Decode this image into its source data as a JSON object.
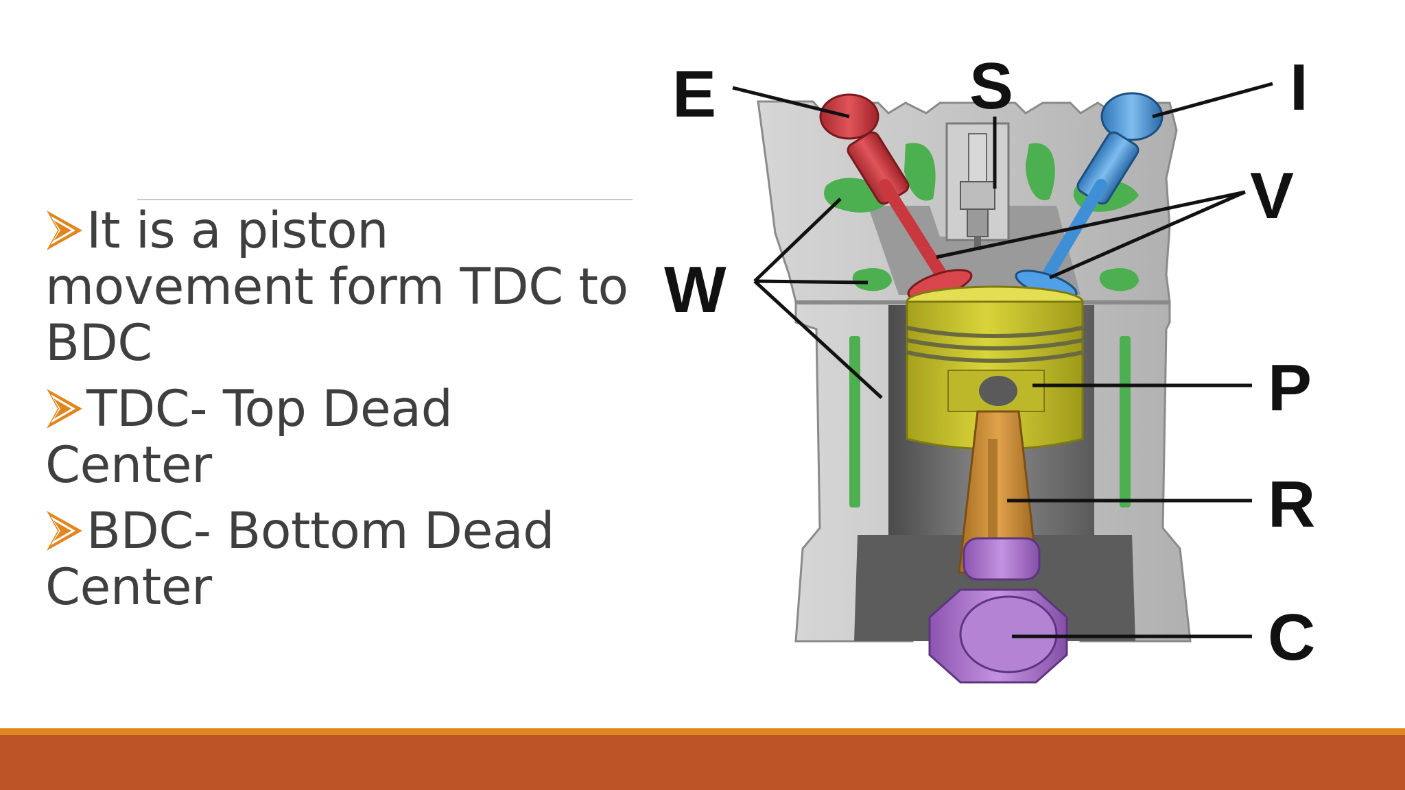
{
  "bullets": [
    "It is a piston movement form TDC to BDC",
    "TDC- Top Dead Center",
    "BDC- Bottom Dead Center"
  ],
  "diagram": {
    "labels": {
      "E": "E",
      "S": "S",
      "I": "I",
      "V": "V",
      "W": "W",
      "P": "P",
      "R": "R",
      "C": "C"
    }
  },
  "colors": {
    "text": "#3f3f3f",
    "bullet_marker": "#e0861e",
    "footer_accent": "#e0861e",
    "footer_bar": "#bd5426",
    "exhaust_valve": "#c8383e",
    "intake_valve": "#3f8fd6",
    "piston": "#c9c42e",
    "connecting_rod": "#c98a2e",
    "crankshaft": "#a86fc9",
    "water_jacket": "#4caf50",
    "engine_block": "#b5b5b5"
  }
}
